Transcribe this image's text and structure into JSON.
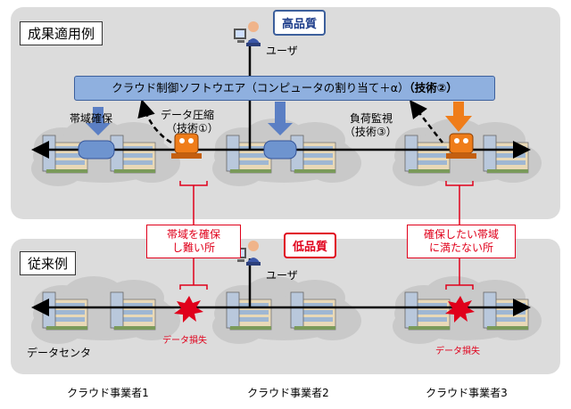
{
  "sections": {
    "applied": "成果適用例",
    "conventional": "従来例"
  },
  "quality": {
    "high": "高品質",
    "low": "低品質"
  },
  "user_label": "ユーザ",
  "control_software": {
    "prefix": "クラウド制御ソフトウエア（コンピュータの割り当て＋α）",
    "tech": "（技術②）"
  },
  "labels": {
    "bandwidth_secure": "帯域確保",
    "compression_1": "データ圧縮",
    "compression_2": "（技術①）",
    "load_monitor_1": "負荷監視",
    "load_monitor_2": "（技術③）",
    "datacenter": "データセンタ",
    "data_loss": "データ損失"
  },
  "callouts": {
    "hard_1": "帯域を確保",
    "hard_2": "し難い所",
    "insufficient_1": "確保したい帯域",
    "insufficient_2": "に満たない所"
  },
  "providers": [
    "クラウド事業者1",
    "クラウド事業者2",
    "クラウド事業者3"
  ],
  "colors": {
    "panel": "#dcdcdc",
    "control_bar": "#8fb0df",
    "blue_arrow": "#5b7fc4",
    "orange_arrow": "#ef7d1a",
    "callout_red": "#e0001b",
    "cloud": "#c9c9c9"
  }
}
